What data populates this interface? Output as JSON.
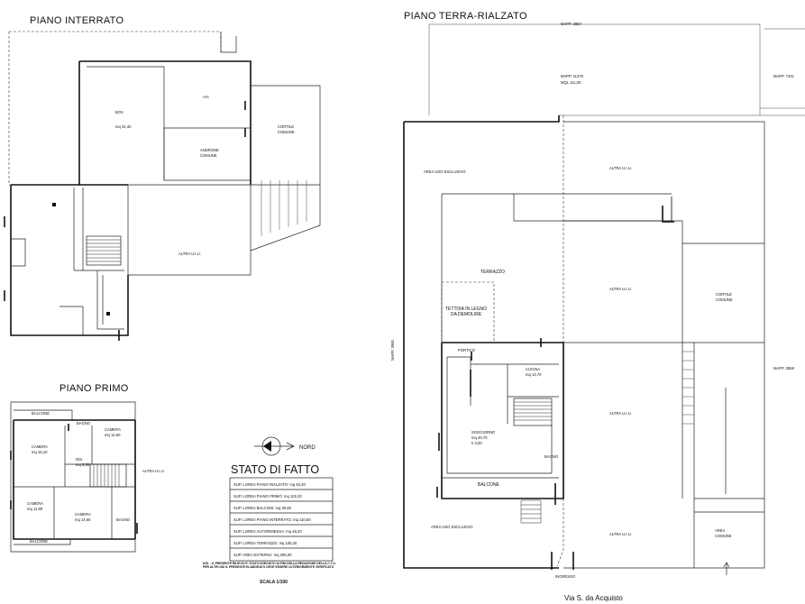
{
  "titles": {
    "interrato": "PIANO INTERRATO",
    "terra": "PIANO TERRA-RIALZATO",
    "primo": "PIANO PRIMO"
  },
  "interrato": {
    "box": "BOX",
    "box_area": "mq 31,40",
    "aia": "AIA",
    "androne": "ANDRONE",
    "androne_2": "COMUNE",
    "cortile": "CORTILE",
    "cortile_2": "COMUNE",
    "altra": "ALTRA U.I.U."
  },
  "terra": {
    "mapp_top": "MAPP. 3857",
    "mapp_center": "MAPP. 11376",
    "mapp_center_2": "MQL 111,00",
    "mapp_right": "MAPP. 7341",
    "mapp_right_mid": "MAPP. 3858",
    "mapp_left": "MAPP. 3980",
    "area_top": "AREA USO ESCLUSIVO",
    "area_bottom": "AREA USO ESCLUSIVO",
    "altra1": "ALTRA U.I.U.",
    "altra2": "ALTRA U.I.U.",
    "altra3": "ALTRA U.I.U.",
    "altra4": "ALTRA U.I.U.",
    "terrazzo": "TERRAZZO",
    "tettoia": "TETTOIA IN LEGNO",
    "tettoia_2": "DA DEMOLIRE",
    "cortile": "CORTILE",
    "cortile_2": "COMUNE",
    "area_comune": "AREA",
    "area_comune_2": "COMUNE",
    "portico": "PORTICO",
    "soggiorno": "SOGGIORNO",
    "soggiorno_2": "mq 40,70",
    "soggiorno_3": "h 3,00",
    "cucina": "CUCINA",
    "cucina_2": "mq 13,70",
    "bagno": "BAGNO",
    "balcone": "BALCONE",
    "street": "Via S. da Acquisto",
    "accesso": "INGRESSO"
  },
  "primo": {
    "balcone_top": "BALCONE",
    "balcone_bottom": "BALCONE",
    "camera1": "CAMERA",
    "camera1_area": "mq 15,10",
    "camera2": "CAMERA",
    "camera2_area": "mq 14,50",
    "camera3": "CAMERA",
    "camera3_area": "mq 11,90",
    "camera4": "CAMERA",
    "camera4_area": "mq 14,60",
    "bagno1": "BAGNO",
    "bagno2": "BAGNO",
    "dis": "DIS.",
    "dis_area": "mq 5,50",
    "altra": "ALTRA U.I.U."
  },
  "legend": {
    "north": "NORD",
    "title": "STATO DI FATTO",
    "rows": [
      "SUP. LORDA PIANO RIALZATO: mq 94,20",
      "SUP. LORDA PIANO PRIMO: mq 102,20",
      "SUP. LORDA BALCONI: mq 30,80",
      "SUP. LORDA PIANO INTERRATO: mq 110,60",
      "SUP. LORDA AUTORIMESSA: mq 46,20",
      "SUP. LORDA TERRAZZO: mq 105,20",
      "SUP. AREA ESTERNA: mq 205,00"
    ],
    "note": "N.B. - IL PRESENTE RILIEVO E' STATO ESEGUITO AI FINI DELLA REDAZIONE DELLA C.T.U. PER ALTRI USI IL PRESENTE ELABORATO DEVE ESSERE ULTERIORMENTE VERIFICATO",
    "scale": "SCALA 1/100"
  }
}
